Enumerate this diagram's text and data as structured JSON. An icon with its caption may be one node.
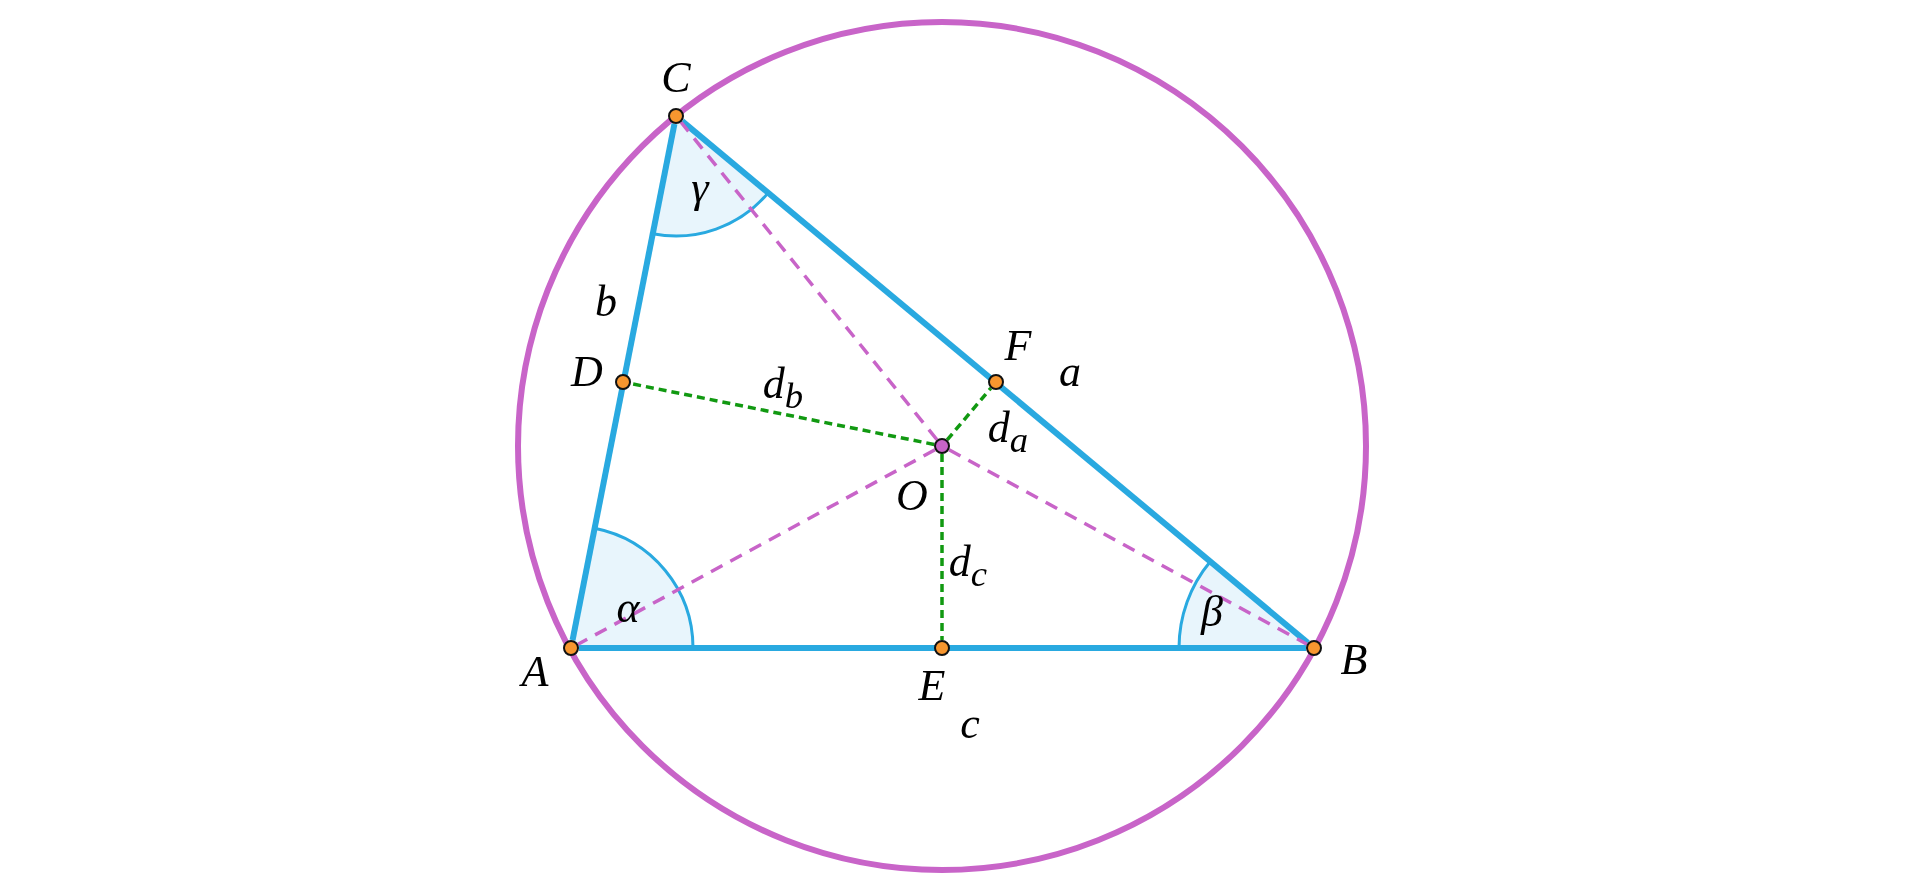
{
  "diagram": {
    "nodes": [
      {
        "text": [
          "A"
        ]
      },
      {
        "text": [
          "B"
        ]
      },
      {
        "text": [
          "C"
        ]
      },
      {
        "text": [
          "D"
        ]
      },
      {
        "text": [
          "E"
        ]
      },
      {
        "text": [
          "F"
        ]
      },
      {
        "text": [
          "O"
        ]
      }
    ],
    "edges": [
      {
        "from": 0,
        "to": 1,
        "arrow": "none",
        "label": "c",
        "color": "#29a9e0"
      },
      {
        "from": 1,
        "to": 2,
        "arrow": "none",
        "label": "a",
        "color": "#29a9e0"
      },
      {
        "from": 2,
        "to": 0,
        "arrow": "none",
        "label": "b",
        "color": "#29a9e0"
      },
      {
        "from": 6,
        "to": 0,
        "arrow": "none",
        "style": "dashed",
        "color": "#c864c8"
      },
      {
        "from": 6,
        "to": 1,
        "arrow": "none",
        "style": "dashed",
        "color": "#c864c8"
      },
      {
        "from": 6,
        "to": 2,
        "arrow": "none",
        "style": "dashed",
        "color": "#c864c8"
      },
      {
        "from": 6,
        "to": 3,
        "arrow": "none",
        "label": "d$_{b}$",
        "style": "dashed",
        "color": "#119911"
      },
      {
        "from": 6,
        "to": 4,
        "arrow": "none",
        "label": "d$_{c}$",
        "style": "dashed",
        "color": "#119911"
      },
      {
        "from": 6,
        "to": 5,
        "arrow": "none",
        "label": "d$_{a}$",
        "style": "dashed",
        "color": "#119911"
      }
    ],
    "labels": [
      "α",
      "β",
      "γ"
    ]
  }
}
